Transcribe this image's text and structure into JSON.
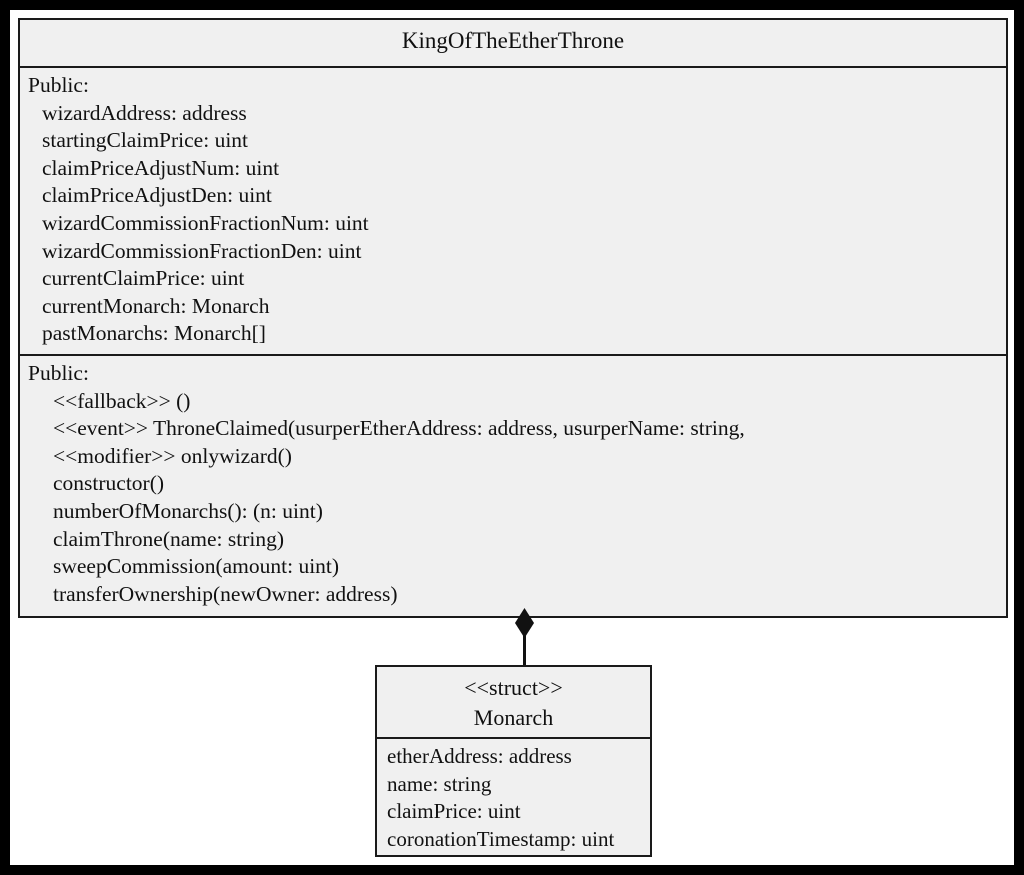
{
  "diagram": {
    "type": "uml-class-diagram",
    "colors": {
      "frame": "#000000",
      "canvas": "#ffffff",
      "box_fill": "#f0f0f0",
      "box_border": "#1a1a1a",
      "text": "#111111"
    },
    "classes": [
      {
        "id": "king",
        "name": "KingOfTheEtherThrone",
        "attributes": {
          "scope_label": "Public:",
          "items": [
            "wizardAddress: address",
            "startingClaimPrice: uint",
            "claimPriceAdjustNum: uint",
            "claimPriceAdjustDen: uint",
            "wizardCommissionFractionNum: uint",
            "wizardCommissionFractionDen: uint",
            "currentClaimPrice: uint",
            "currentMonarch: Monarch",
            "pastMonarchs: Monarch[]"
          ]
        },
        "methods": {
          "scope_label": "Public:",
          "items": [
            "<<fallback>> ()",
            "<<event>> ThroneClaimed(usurperEtherAddress: address, usurperName: string,",
            "<<modifier>> onlywizard()",
            "constructor()",
            "numberOfMonarchs(): (n: uint)",
            "claimThrone(name: string)",
            "sweepCommission(amount: uint)",
            "transferOwnership(newOwner: address)"
          ]
        }
      },
      {
        "id": "monarch",
        "stereotype": "<<struct>>",
        "name": "Monarch",
        "fields": [
          "etherAddress: address",
          "name: string",
          "claimPrice: uint",
          "coronationTimestamp: uint"
        ]
      }
    ],
    "relationship": {
      "kind": "composition",
      "marker": "filled-diamond",
      "from": "KingOfTheEtherThrone",
      "to": "Monarch"
    }
  }
}
